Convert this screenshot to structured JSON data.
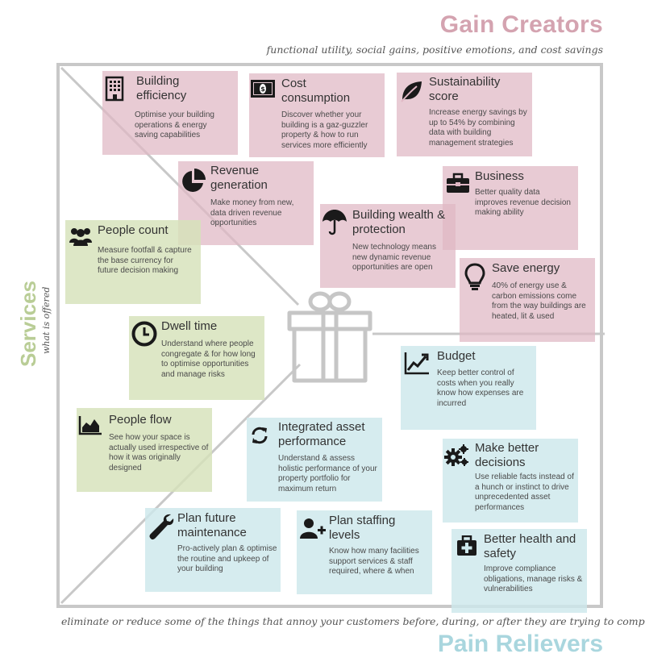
{
  "gain_creators": {
    "title": "Gain Creators",
    "subtitle": "functional utility, social gains, positive emotions, and cost savings"
  },
  "pain_relievers": {
    "title": "Pain Relievers",
    "subtitle": "eliminate or reduce some of the things that annoy your customers before, during, or after they are trying to complete"
  },
  "services": {
    "title": "Services",
    "subtitle": "what is offered"
  },
  "colors": {
    "gain": "#d4a3b0",
    "services": "#b9cd96",
    "pain": "#a9d6de"
  },
  "cards": {
    "building_efficiency": {
      "title": "Building efficiency",
      "desc": "Optimise your building operations & energy saving capabilities",
      "icon": "building-icon"
    },
    "cost_consumption": {
      "title": "Cost consumption",
      "desc": "Discover whether your building is a gaz-guzzler property & how to run services more efficiently",
      "icon": "banknote-icon"
    },
    "sustainability": {
      "title": "Sustainability score",
      "desc": "Increase energy savings by up to 54% by combining data with building management strategies",
      "icon": "leaf-icon"
    },
    "revenue": {
      "title": "Revenue generation",
      "desc": "Make money from new, data driven revenue opportunities",
      "icon": "pie-chart-icon"
    },
    "business": {
      "title": "Business",
      "desc": "Better quality data improves revenue decision making ability",
      "icon": "briefcase-icon"
    },
    "people_count": {
      "title": "People count",
      "desc": "Measure footfall & capture the base currency for future decision making",
      "icon": "people-icon"
    },
    "wealth": {
      "title": "Building wealth & protection",
      "desc": "New technology means new dynamic revenue opportunities are open",
      "icon": "umbrella-icon"
    },
    "save_energy": {
      "title": "Save energy",
      "desc": "40% of energy use & carbon emissions come from the way buildings are heated, lit & used",
      "icon": "lightbulb-icon"
    },
    "dwell_time": {
      "title": "Dwell time",
      "desc": "Understand where people congregate & for how long to optimise opportunities and manage risks",
      "icon": "clock-icon"
    },
    "budget": {
      "title": "Budget",
      "desc": "Keep better control of costs when you really know how expenses are incurred",
      "icon": "line-chart-icon"
    },
    "people_flow": {
      "title": "People flow",
      "desc": "See how your space is actually used irrespective of how it was originally designed",
      "icon": "area-chart-icon"
    },
    "integrated_asset": {
      "title": "Integrated asset performance",
      "desc": "Understand & assess holistic performance of your property portfolio for maximum return",
      "icon": "refresh-icon"
    },
    "better_decisions": {
      "title": "Make better decisions",
      "desc": "Use reliable facts instead of a hunch or instinct to drive unprecedented asset performances",
      "icon": "gears-icon"
    },
    "future_maintenance": {
      "title": "Plan future maintenance",
      "desc": "Pro-actively plan & optimise the routine and upkeep of your building",
      "icon": "wrench-icon"
    },
    "staffing": {
      "title": "Plan staffing levels",
      "desc": "Know how many facilities support services & staff required, where & when",
      "icon": "add-user-icon"
    },
    "health_safety": {
      "title": "Better health and safety",
      "desc": "Improve compliance obligations, manage risks & vulnerabilities",
      "icon": "medkit-icon"
    }
  },
  "center_icon": "gift-icon"
}
